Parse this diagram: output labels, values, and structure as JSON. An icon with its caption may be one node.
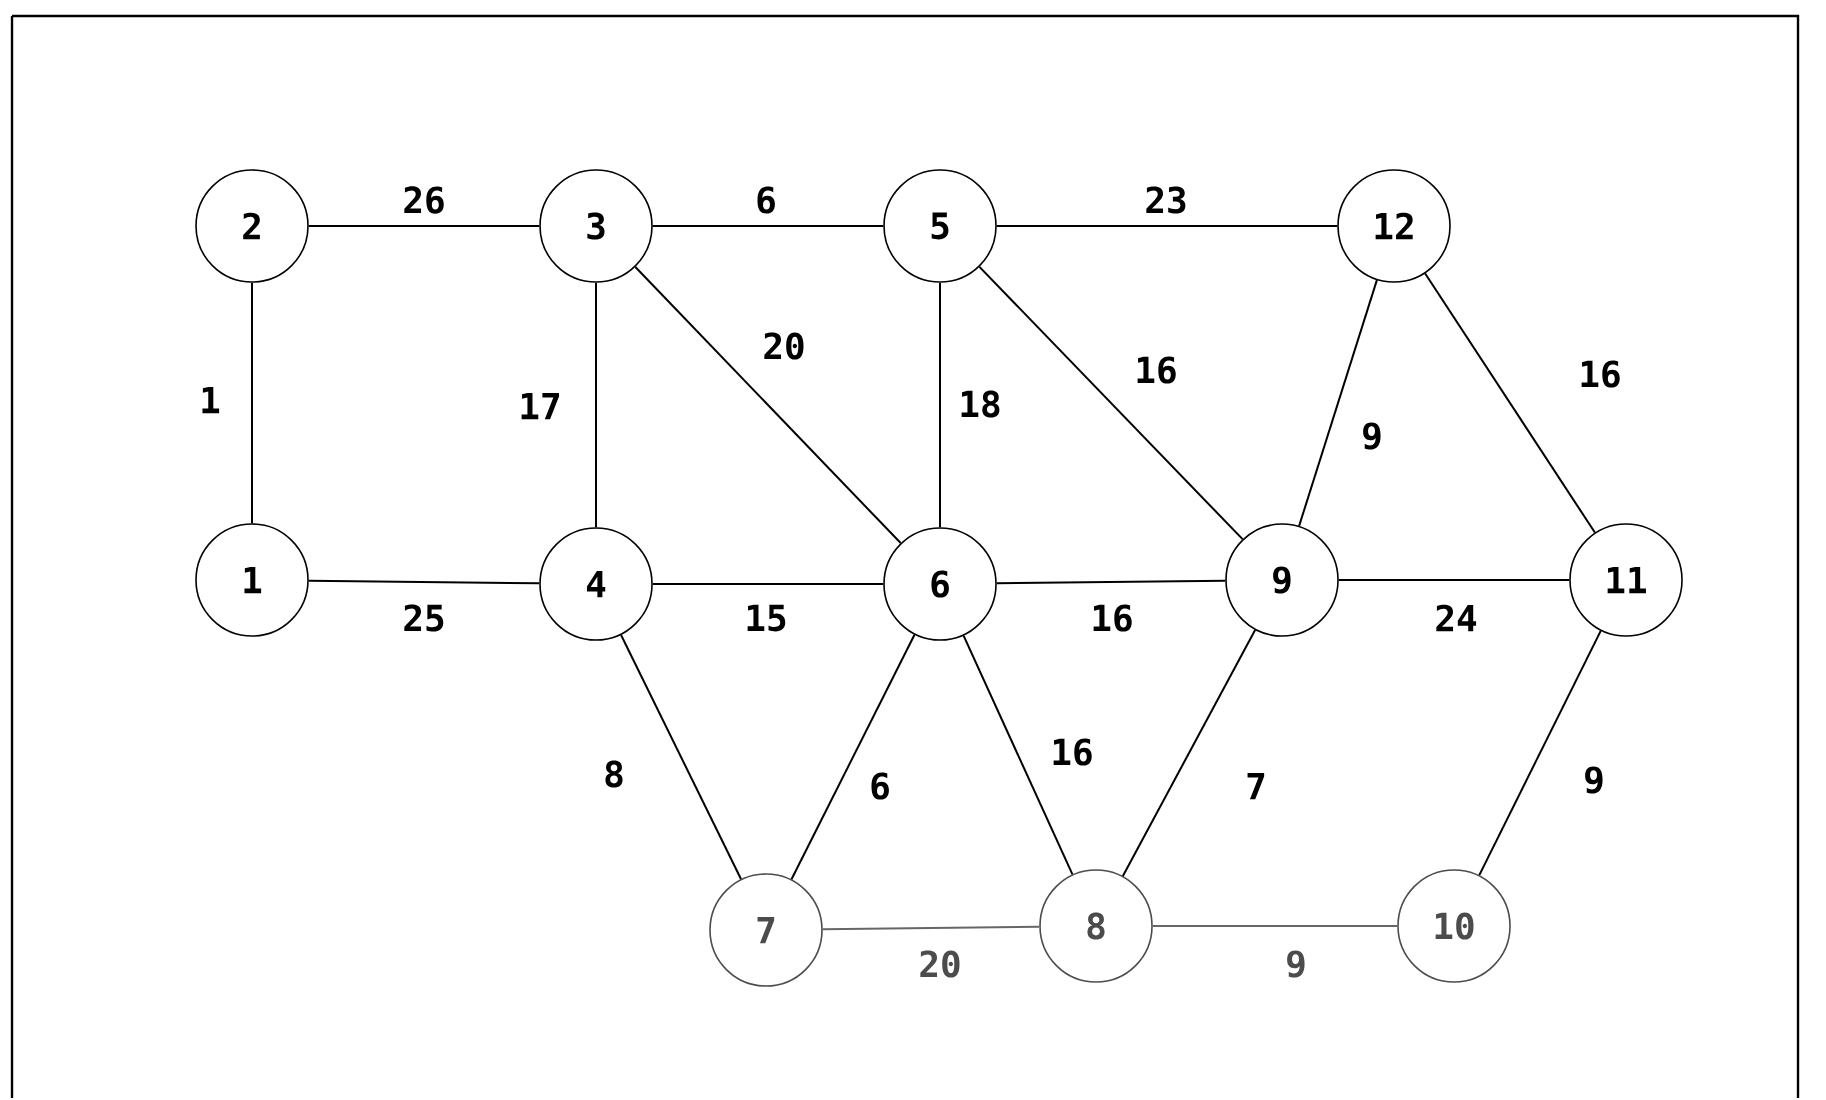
{
  "diagram": {
    "nodes": [
      {
        "text": [
          "1"
        ]
      },
      {
        "text": [
          "2"
        ]
      },
      {
        "text": [
          "3"
        ]
      },
      {
        "text": [
          "4"
        ]
      },
      {
        "text": [
          "5"
        ]
      },
      {
        "text": [
          "6"
        ]
      },
      {
        "text": [
          "7"
        ]
      },
      {
        "text": [
          "8"
        ]
      },
      {
        "text": [
          "9"
        ]
      },
      {
        "text": [
          "10"
        ]
      },
      {
        "text": [
          "11"
        ]
      },
      {
        "text": [
          "12"
        ]
      }
    ],
    "edges": [
      {
        "from": 1,
        "to": 0,
        "arrow": "none",
        "label": "1"
      },
      {
        "from": 1,
        "to": 2,
        "arrow": "none",
        "label": "26"
      },
      {
        "from": 2,
        "to": 4,
        "arrow": "none",
        "label": "6"
      },
      {
        "from": 4,
        "to": 11,
        "arrow": "none",
        "label": "23"
      },
      {
        "from": 2,
        "to": 3,
        "arrow": "none",
        "label": "17"
      },
      {
        "from": 2,
        "to": 5,
        "arrow": "none",
        "label": "20"
      },
      {
        "from": 4,
        "to": 5,
        "arrow": "none",
        "label": "18"
      },
      {
        "from": 4,
        "to": 8,
        "arrow": "none",
        "label": "16"
      },
      {
        "from": 11,
        "to": 8,
        "arrow": "none",
        "label": "9"
      },
      {
        "from": 11,
        "to": 10,
        "arrow": "none",
        "label": "16"
      },
      {
        "from": 0,
        "to": 3,
        "arrow": "none",
        "label": "25"
      },
      {
        "from": 3,
        "to": 5,
        "arrow": "none",
        "label": "15"
      },
      {
        "from": 5,
        "to": 8,
        "arrow": "none",
        "label": "16"
      },
      {
        "from": 8,
        "to": 10,
        "arrow": "none",
        "label": "24"
      },
      {
        "from": 3,
        "to": 6,
        "arrow": "none",
        "label": "8"
      },
      {
        "from": 5,
        "to": 6,
        "arrow": "none",
        "label": "6"
      },
      {
        "from": 5,
        "to": 7,
        "arrow": "none",
        "label": "16"
      },
      {
        "from": 8,
        "to": 7,
        "arrow": "none",
        "label": "7"
      },
      {
        "from": 10,
        "to": 9,
        "arrow": "none",
        "label": "9"
      },
      {
        "from": 6,
        "to": 7,
        "arrow": "none",
        "label": "20",
        "color": "#666666"
      },
      {
        "from": 7,
        "to": 9,
        "arrow": "none",
        "label": "9",
        "color": "#666666"
      }
    ]
  }
}
